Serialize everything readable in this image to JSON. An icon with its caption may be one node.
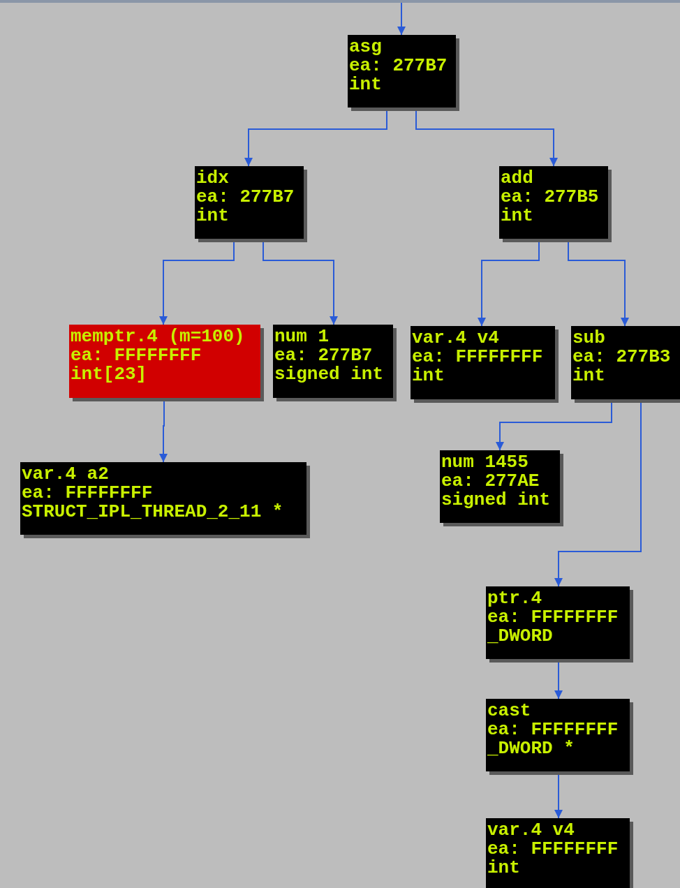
{
  "diagram": {
    "nodes": [
      {
        "text": [
          "asg",
          "ea: 277B7",
          "int"
        ]
      },
      {
        "text": [
          "idx",
          "ea: 277B7",
          "int"
        ]
      },
      {
        "text": [
          "add",
          "ea: 277B5",
          "int"
        ]
      },
      {
        "text": [
          "memptr.4 (m=100)",
          "ea: FFFFFFFF",
          "int[23]"
        ]
      },
      {
        "text": [
          "num 1",
          "ea: 277B7",
          "signed int"
        ]
      },
      {
        "text": [
          "var.4 v4",
          "ea: FFFFFFFF",
          "int"
        ]
      },
      {
        "text": [
          "sub",
          "ea: 277B3",
          "int"
        ]
      },
      {
        "text": [
          "var.4 a2",
          "ea: FFFFFFFF",
          "STRUCT_IPL_THREAD_2_11 *"
        ]
      },
      {
        "text": [
          "num 1455",
          "ea: 277AE",
          "signed int"
        ]
      },
      {
        "text": [
          "ptr.4",
          "ea: FFFFFFFF",
          "_DWORD"
        ]
      },
      {
        "text": [
          "cast",
          "ea: FFFFFFFF",
          "_DWORD *"
        ]
      },
      {
        "text": [
          "var.4 v4",
          "ea: FFFFFFFF",
          "int"
        ]
      }
    ],
    "edges": [
      {
        "from": null,
        "to": 0,
        "arrow": "to"
      },
      {
        "from": 0,
        "to": 1,
        "arrow": "to"
      },
      {
        "from": 0,
        "to": 2,
        "arrow": "to"
      },
      {
        "from": 1,
        "to": 3,
        "arrow": "to"
      },
      {
        "from": 1,
        "to": 4,
        "arrow": "to"
      },
      {
        "from": 2,
        "to": 5,
        "arrow": "to"
      },
      {
        "from": 2,
        "to": 6,
        "arrow": "to"
      },
      {
        "from": 3,
        "to": 7,
        "arrow": "to"
      },
      {
        "from": 6,
        "to": 8,
        "arrow": "to"
      },
      {
        "from": 6,
        "to": 9,
        "arrow": "to"
      },
      {
        "from": 9,
        "to": 10,
        "arrow": "to"
      },
      {
        "from": 10,
        "to": 11,
        "arrow": "to"
      }
    ]
  }
}
